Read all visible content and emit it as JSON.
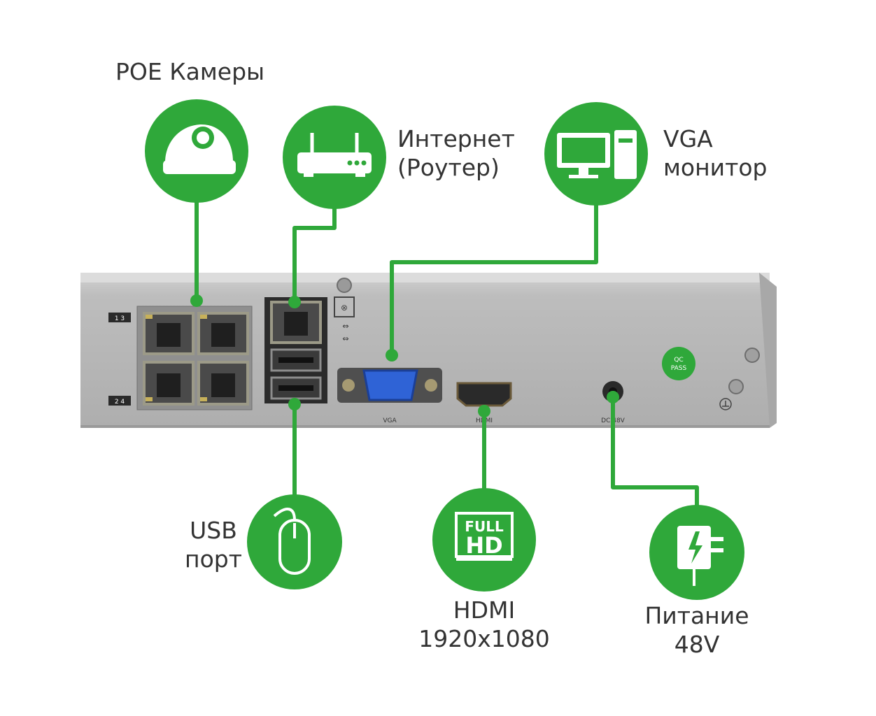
{
  "labels": {
    "poe": "POE Камеры",
    "internet": [
      "Интернет",
      "(Роутер)"
    ],
    "vga": [
      "VGA",
      "монитор"
    ],
    "usb": [
      "USB",
      "порт"
    ],
    "hdmi": [
      "HDMI",
      "1920x1080"
    ],
    "power": [
      "Питание",
      "48V"
    ]
  },
  "panel": {
    "ports_1_3": "1  3",
    "ports_2_4": "2  4",
    "vga": "VGA",
    "hdmi": "HDMI",
    "dc": "DC 48V",
    "qc_line1": "QC",
    "qc_line2": "PASS"
  },
  "badges": {
    "full": "FULL",
    "hd": "HD"
  },
  "colors": {
    "accent": "#2fa83a",
    "panel": "#b9b9b9",
    "text": "#333333"
  }
}
